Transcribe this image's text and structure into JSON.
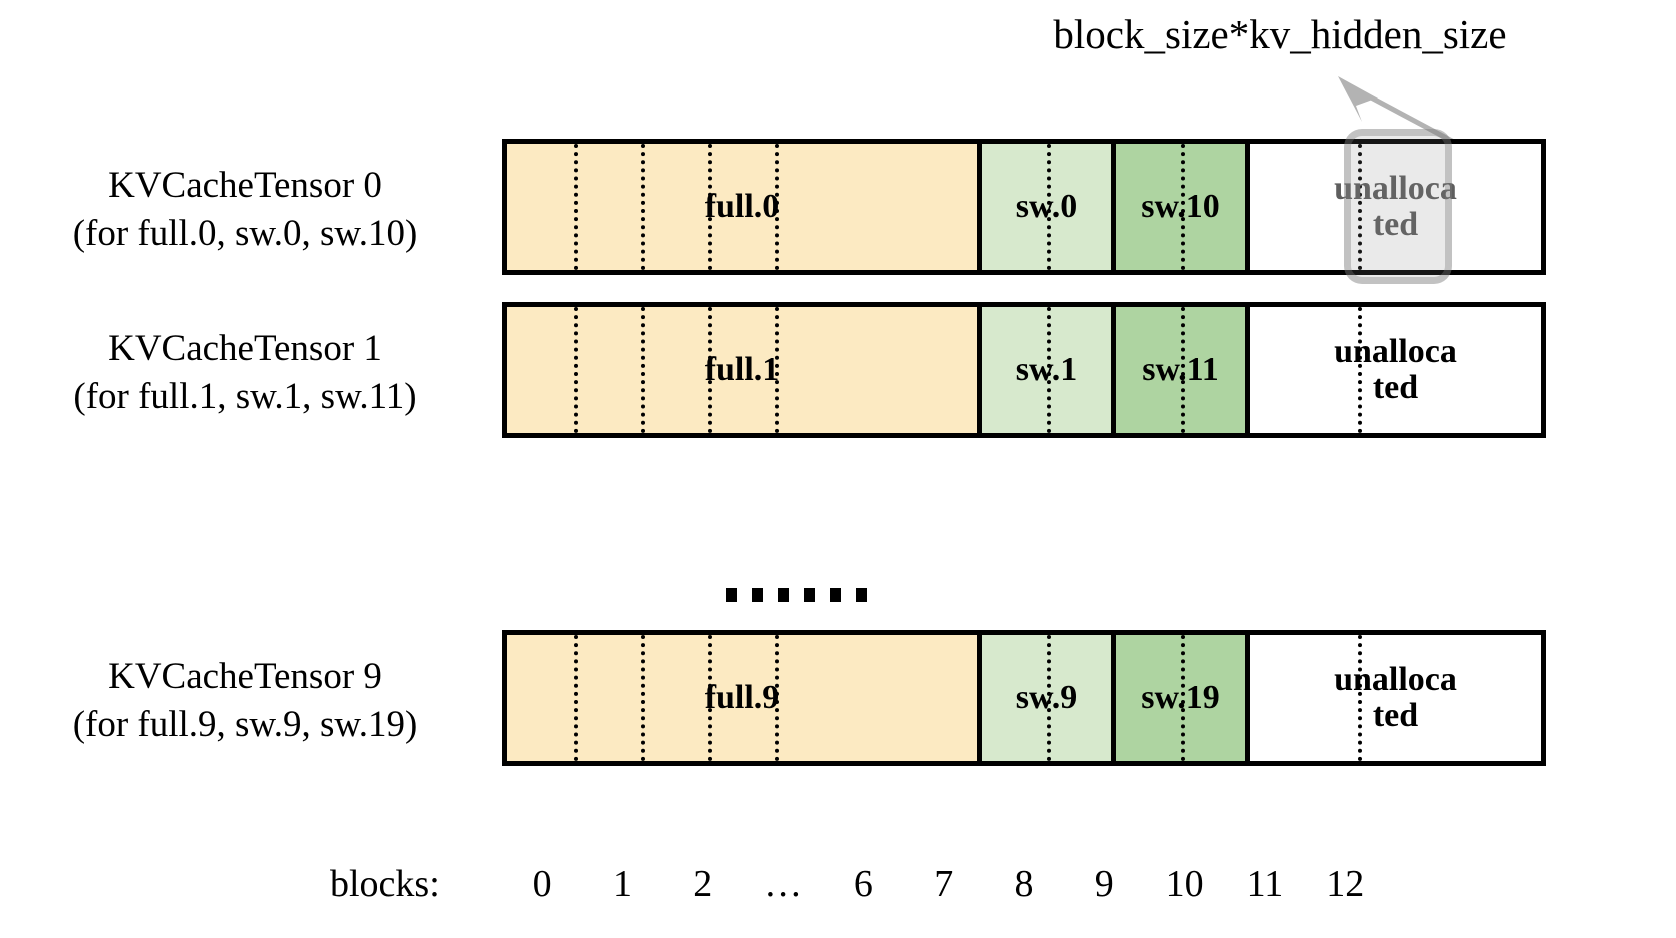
{
  "annotation": {
    "label": "block_size*kv_hidden_size",
    "arrow_color": "#b3b3b3",
    "highlight_target": "unallocated-block-11"
  },
  "legend_colors": {
    "full_cell": "#fceac2",
    "sw_light_cell": "#d7e9cd",
    "sw_dark_cell": "#aed4a1",
    "unallocated_cell": "#ffffff",
    "border": "#000000",
    "highlight": "#b0b0b0"
  },
  "rows": [
    {
      "label_line1": "KVCacheTensor 0",
      "label_line2": "(for full.0, sw.0, sw.10)",
      "cells": [
        {
          "text": "full.0",
          "kind": "full",
          "blocks": 7
        },
        {
          "text": "sw.0",
          "kind": "sw-light",
          "blocks": 2
        },
        {
          "text": "sw.10",
          "kind": "sw-dark",
          "blocks": 2
        },
        {
          "text": "unalloca ted",
          "kind": "unallocated",
          "blocks": 2
        }
      ]
    },
    {
      "label_line1": "KVCacheTensor 1",
      "label_line2": "(for full.1, sw.1, sw.11)",
      "cells": [
        {
          "text": "full.1",
          "kind": "full",
          "blocks": 7
        },
        {
          "text": "sw.1",
          "kind": "sw-light",
          "blocks": 2
        },
        {
          "text": "sw.11",
          "kind": "sw-dark",
          "blocks": 2
        },
        {
          "text": "unalloca ted",
          "kind": "unallocated",
          "blocks": 2
        }
      ]
    },
    {
      "label_line1": "KVCacheTensor 9",
      "label_line2": "(for full.9, sw.9, sw.19)",
      "cells": [
        {
          "text": "full.9",
          "kind": "full",
          "blocks": 7
        },
        {
          "text": "sw.9",
          "kind": "sw-light",
          "blocks": 2
        },
        {
          "text": "sw.19",
          "kind": "sw-dark",
          "blocks": 2
        },
        {
          "text": "unalloca ted",
          "kind": "unallocated",
          "blocks": 2
        }
      ]
    }
  ],
  "ellipsis": {
    "dot_count": 6
  },
  "axis": {
    "title": "blocks:",
    "ticks": [
      "0",
      "1",
      "2",
      "…",
      "6",
      "7",
      "8",
      "9",
      "10",
      "11",
      "12"
    ]
  }
}
